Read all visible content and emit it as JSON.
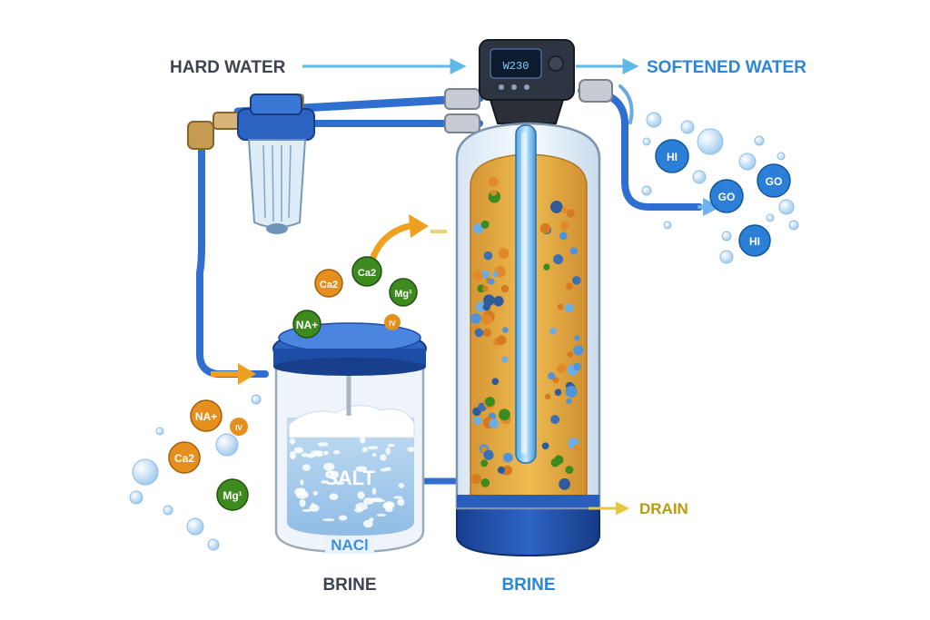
{
  "labels": {
    "hard_water": "HARD WATER",
    "softened_water": "SOFTENED WATER",
    "drain": "DRAIN",
    "brine_left": "BRINE",
    "brine_right": "BRINE",
    "salt": "SALT",
    "nacl": "NACl",
    "controller_display": "W230"
  },
  "ions": {
    "na1": "NA+",
    "ca1": "Ca2",
    "ca2": "Ca2",
    "mg1": "Mg¹",
    "na2": "NA+",
    "ca3": "Ca2",
    "mg2": "Mg¹",
    "iv1": "IV",
    "iv2": "IV",
    "hi1": "HI",
    "go1": "GO",
    "go2": "GO",
    "hi2": "HI"
  },
  "colors": {
    "pipe_blue": "#2f6fd0",
    "arrow_light_blue": "#5fb8e8",
    "softened_text": "#2a86d6",
    "hard_text": "#3d4450",
    "drain_text": "#b99a10",
    "arrow_orange": "#f0a020",
    "ion_orange": "#e58f1f",
    "ion_green": "#3d8b1e",
    "resin_gold": "#e0a640",
    "tank_navy": "#1f4fa8"
  }
}
